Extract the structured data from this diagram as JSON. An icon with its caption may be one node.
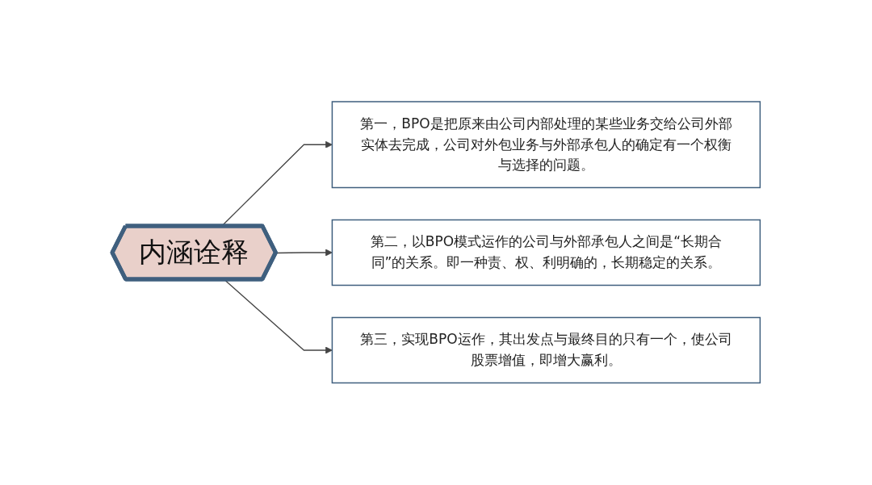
{
  "diagram": {
    "nodes": [
      {
        "text": [
          "内涵诠释"
        ]
      },
      {
        "text": [
          "第一，BPO是把原来由公司内部处理的某些业务交给公司外部实体去完成，公司对外包业务与外部承包人的确定有一个权衡与选择的问题。"
        ]
      },
      {
        "text": [
          "第二，以BPO模式运作的公司与外部承包人之间是“长期合同”的关系。即一种责、权、利明确的，长期稳定的关系。"
        ]
      },
      {
        "text": [
          "第三，实现BPO运作，其出发点与最终目的只有一个，使公司股票增值，即增大赢利。"
        ]
      }
    ],
    "edges": [
      {
        "from": 0,
        "to": 1,
        "arrow": "to"
      },
      {
        "from": 0,
        "to": 2,
        "arrow": "to"
      },
      {
        "from": 0,
        "to": 3,
        "arrow": "to"
      }
    ]
  }
}
